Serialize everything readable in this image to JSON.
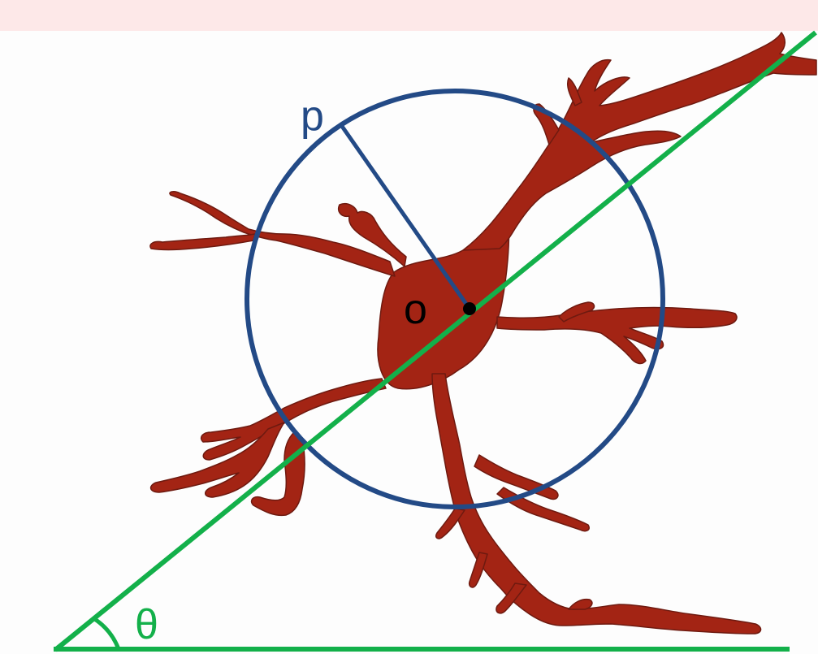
{
  "labels": {
    "point_p": "p",
    "center_o": "o",
    "angle": "θ"
  },
  "colors": {
    "header_band": "#fde8e8",
    "neuron": "#a32414",
    "neuron_outline": "#6e1a10",
    "circle": "#234a86",
    "radius_line": "#234a86",
    "axis_lines": "#13b04a",
    "center_dot": "#000000",
    "label_p": "#234a86",
    "label_o": "#000000",
    "label_theta": "#13b04a"
  },
  "icons": {
    "neuron": "neuron-cell-icon"
  }
}
